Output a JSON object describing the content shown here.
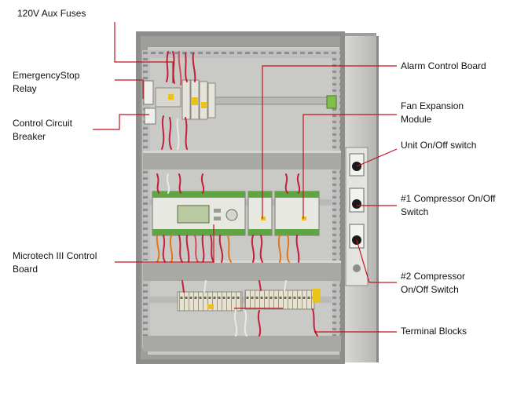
{
  "labels": {
    "aux_fuses": "120V Aux Fuses",
    "estop_relay_1": "EmergencyStop",
    "estop_relay_2": "Relay",
    "ccb_1": "Control Circuit",
    "ccb_2": "Breaker",
    "microtech_1": "Microtech III Control",
    "microtech_2": "Board",
    "alarm_board": "Alarm Control Board",
    "fan_exp_1": "Fan Expansion",
    "fan_exp_2": "Module",
    "unit_switch": "Unit On/Off switch",
    "comp1_1": "#1 Compressor  On/Off",
    "comp1_2": "Switch",
    "comp2_1": "#2 Compressor",
    "comp2_2": "On/Off Switch",
    "terminal_blocks": "Terminal Blocks"
  },
  "controller_display": "",
  "colors": {
    "leader_line": "#c0141e",
    "panel_frame": "#a9a9a9",
    "wire_red": "#c41e3a",
    "wire_orange": "#e2761b",
    "din_rail": "#b9b9b9"
  }
}
